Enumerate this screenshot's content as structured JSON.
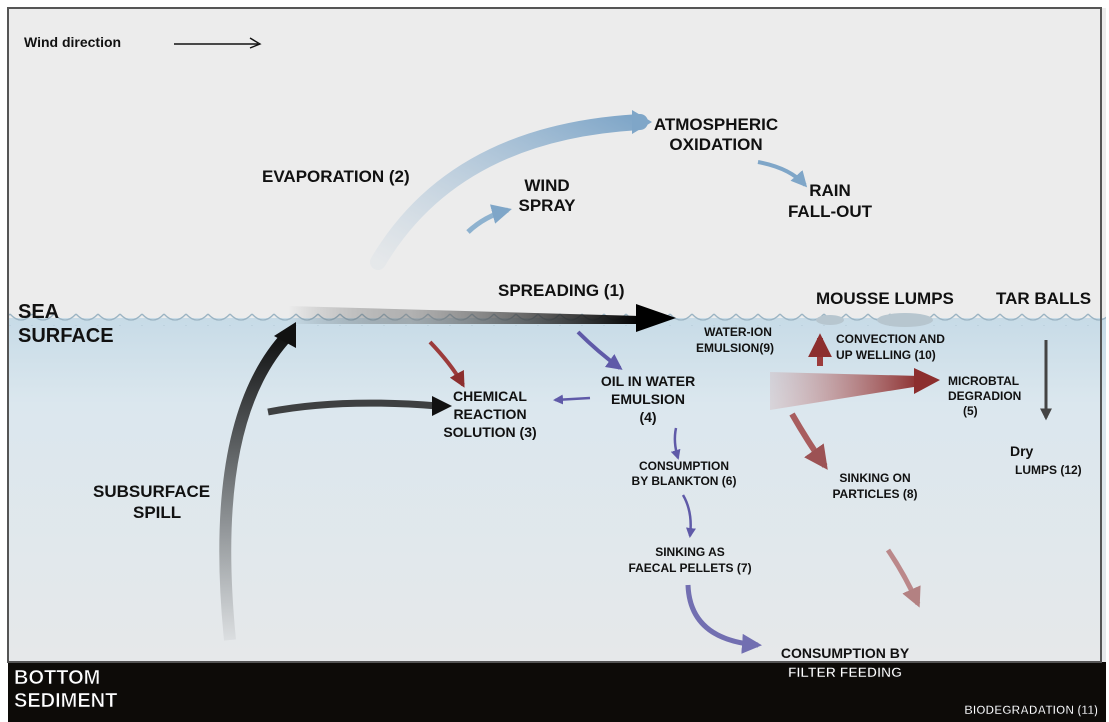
{
  "wind_direction": "Wind direction",
  "sea_surface": [
    "SEA",
    "SURFACE"
  ],
  "bottom_sediment": [
    "BOTTOM",
    "SEDIMENT"
  ],
  "processes": {
    "evaporation": "EVAPORATION (2)",
    "atmospheric_oxidation": [
      "ATMOSPHERIC",
      "OXIDATION"
    ],
    "wind_spray": [
      "WIND",
      "SPRAY"
    ],
    "rain_fallout": [
      "RAIN",
      "FALL-OUT"
    ],
    "spreading": "SPREADING (1)",
    "mousse_lumps": "MOUSSE LUMPS",
    "tar_balls": "TAR BALLS",
    "water_ion_emulsion": [
      "WATER-ION",
      "EMULSION(9)"
    ],
    "convection": [
      "CONVECTION AND",
      "UP WELLING (10)"
    ],
    "microbial_degradation": [
      "MICROBTAL",
      "DEGRADION",
      "(5)"
    ],
    "chemical_reaction": [
      "CHEMICAL",
      "REACTION",
      "SOLUTION (3)"
    ],
    "oil_in_water": [
      "OIL IN WATER",
      "EMULSION",
      "(4)"
    ],
    "consumption_plankton": [
      "CONSUMPTION",
      "BY BLANKTON (6)"
    ],
    "sinking_particles": [
      "SINKING ON",
      "PARTICLES (8)"
    ],
    "dry_lumps": [
      "Dry",
      "LUMPS (12)"
    ],
    "subsurface_spill": [
      "SUBSURFACE",
      "SPILL"
    ],
    "sinking_faecal": [
      "SINKING AS",
      "FAECAL PELLETS (7)"
    ],
    "consumption_filter": [
      "CONSUMPTION BY",
      "FILTER FEEDING"
    ],
    "biodegradation": "BIODEGRADATION (11)"
  },
  "colors": {
    "sky": "#e9e9e9",
    "water": "#d6e4ec",
    "sediment": "#0d0b08",
    "arrow_blue": "#8eb2cf",
    "arrow_red": "#9c3b3b",
    "arrow_purple": "#5f5aa8",
    "arrow_black": "#111111"
  }
}
